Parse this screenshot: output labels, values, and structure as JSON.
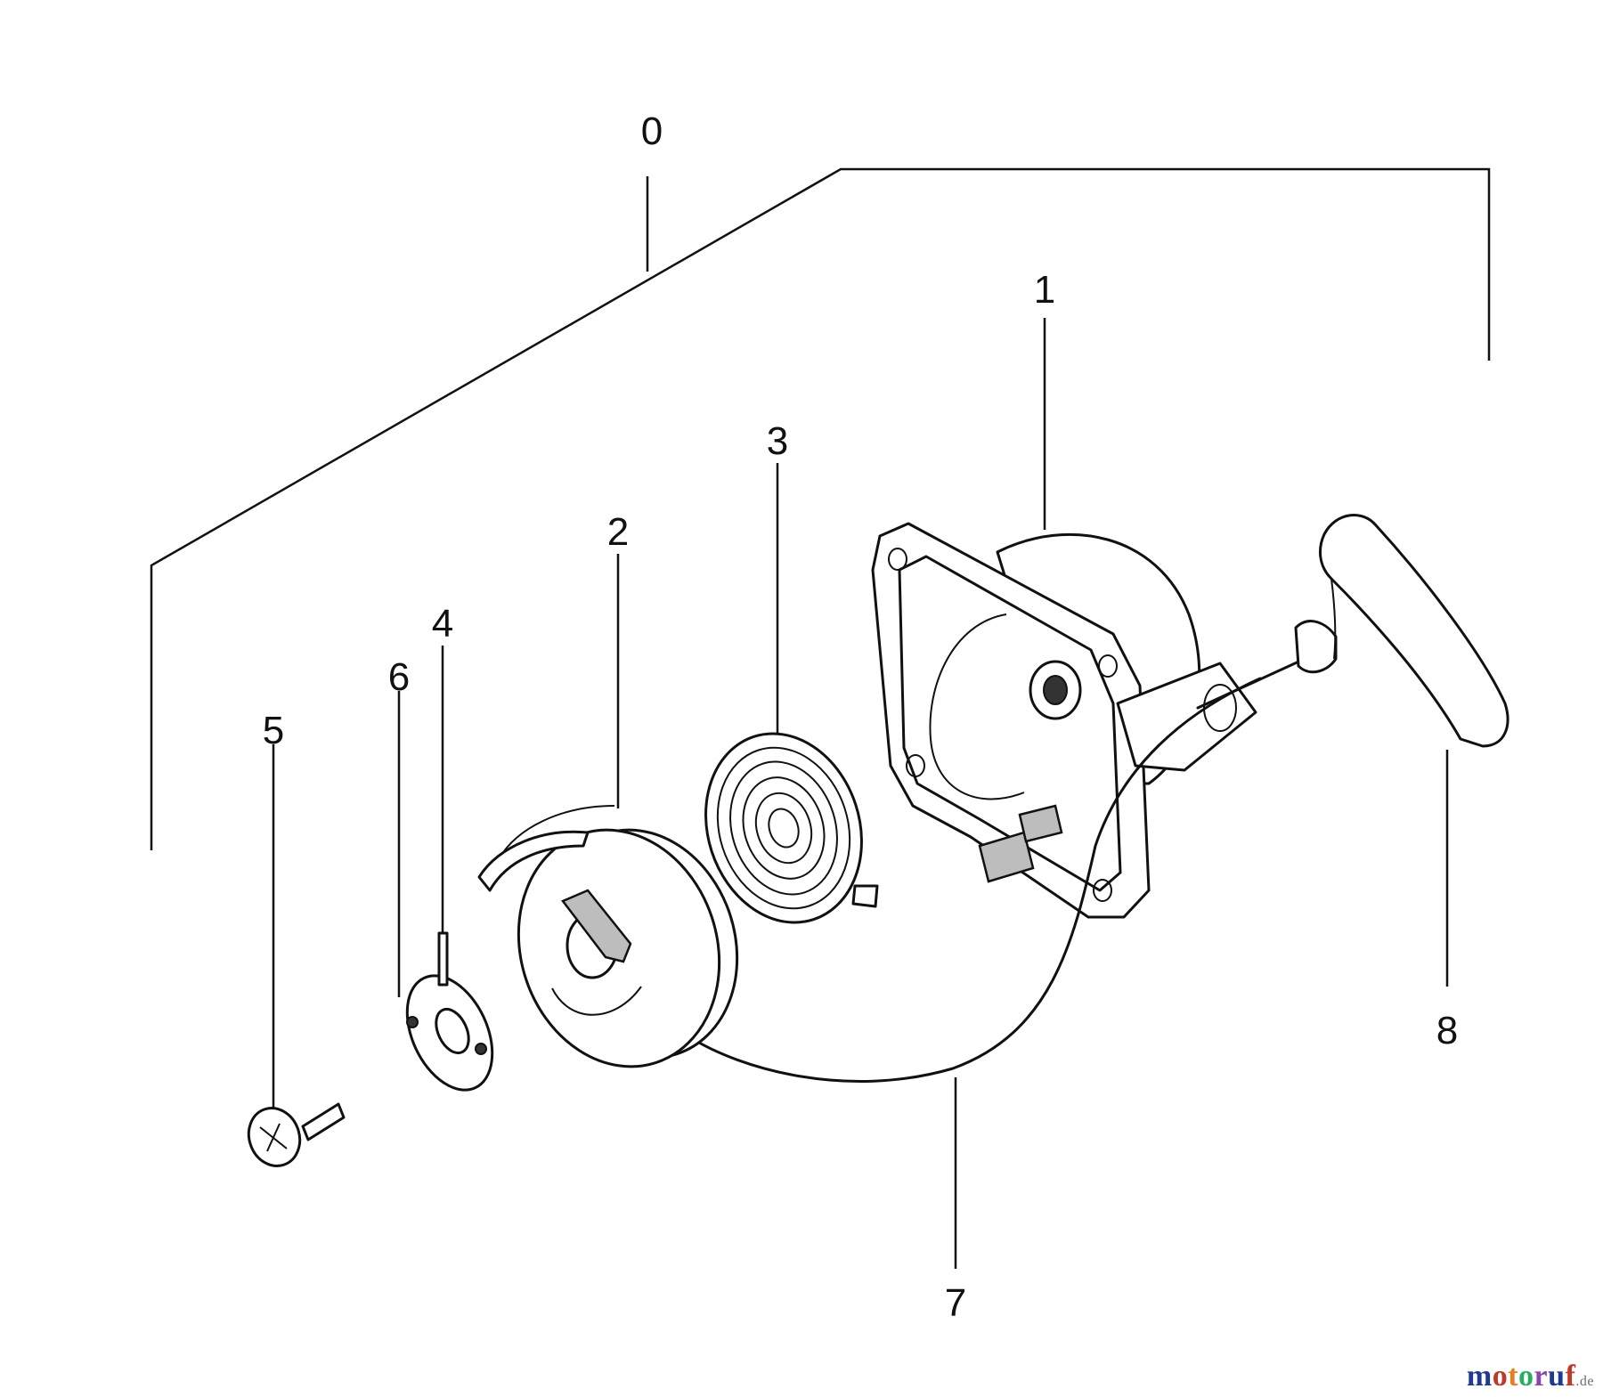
{
  "diagram": {
    "callouts": {
      "c0": "0",
      "c1": "1",
      "c2": "2",
      "c3": "3",
      "c4": "4",
      "c5": "5",
      "c6": "6",
      "c7": "7",
      "c8": "8"
    }
  },
  "watermark": {
    "name": "motoruf",
    "tld": ".de",
    "colors": [
      "#1f3a93",
      "#c0392b",
      "#e67e22",
      "#27ae60",
      "#8e44ad",
      "#1f3a93",
      "#c0392b"
    ]
  }
}
